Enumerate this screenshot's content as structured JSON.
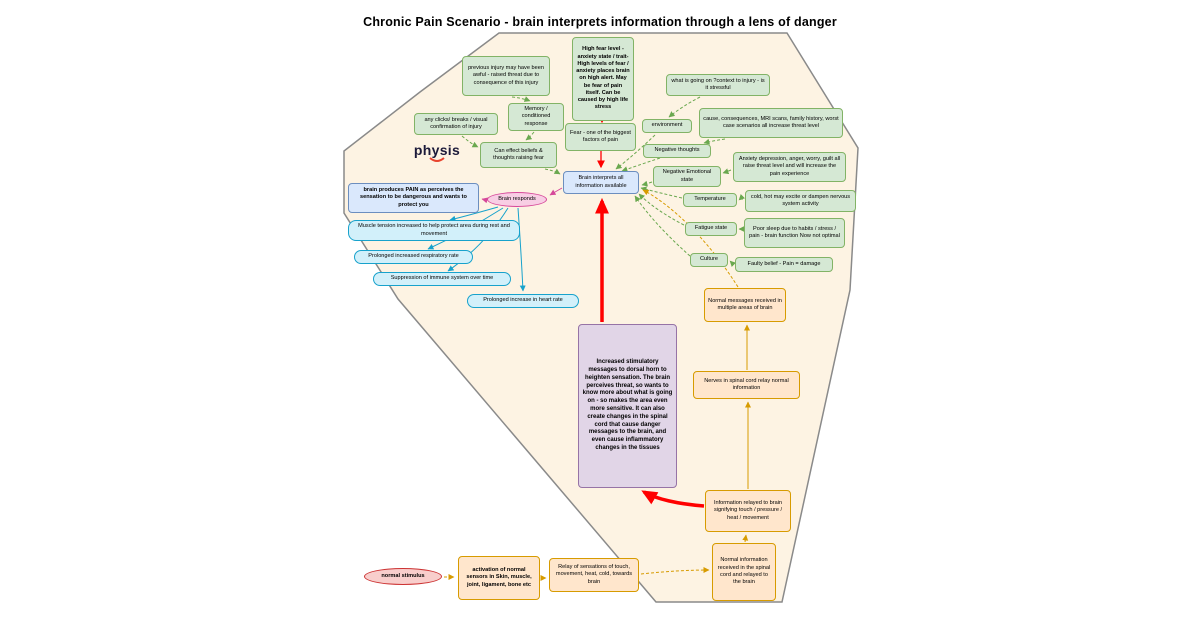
{
  "title": "Chronic Pain Scenario - brain interprets information through a lens of danger",
  "logo": {
    "brand": "physis"
  },
  "palette": {
    "green_fill": "#d5e8d4",
    "green_stroke": "#82b366",
    "blue_fill": "#dae8fc",
    "blue_stroke": "#6c8ebf",
    "cyan_fill": "#d2f0fa",
    "cyan_stroke": "#17a2cc",
    "orange_fill": "#ffe6cc",
    "orange_stroke": "#d79b00",
    "purple_fill": "#e1d5e7",
    "purple_stroke": "#9673a6",
    "pink_fill": "#f8cee4",
    "pink_stroke": "#d6489a",
    "red_arrow": "#ff0000",
    "funnel_fill": "#fdf3e3",
    "funnel_stroke": "#8a8a8a"
  },
  "nodes": {
    "previous_injury": "previous injury may have been awful - raised threat due to consequence of this injury",
    "high_fear": "High fear level - anxiety state / trait-  High levels of fear / anxiety places brain on high alert. May be fear of pain itself. Can be caused by high life stress",
    "what_going_on": "what is going on ?context to injury - is it stressful",
    "memory": "Memory / conditioned response",
    "clicks": "any clicks/ breaks / visual confirmation of injury",
    "environment": "environment",
    "cause_consequences": "cause, consequences, MRI scans, family history, worst case scenarios all increase threat level",
    "fear_biggest": "Fear - one of the biggest factors of pain",
    "beliefs": "Can effect beliefs & thoughts raising fear",
    "negative_thoughts": "Negative thoughts",
    "anxiety_depression": "Anxiety depression, anger, worry, guilt all raise threat level and will increase the pain experience",
    "brain_interprets": "Brain interprets all information available",
    "negative_emotional": "Negative Emotional state",
    "temperature": "Temperature",
    "cold_hot": "cold, hot may excite or dampen nervous system activity",
    "brain_responds": "Brain responds",
    "brain_produces_pain": "brain produces PAIN as perceives the sensation to be dangerous and wants to protect you",
    "fatigue": "Fatigue state",
    "poor_sleep": "Poor sleep due to habits / stress / pain - brain function Now not optimal",
    "muscle_tension": "Muscle tension increased to help protect area during rest and movement",
    "respiratory": "Prolonged increased respiratory rate",
    "culture": "Culture",
    "faulty_belief": "Faulty belief - Pain = damage",
    "immune": "Suppression of immune system over time",
    "heart_rate": "Prolonged increase in heart rate",
    "normal_messages": "Normal messages received in multiple areas of brain",
    "increased_stimulatory": "Increased stimulatory messages to dorsal horn to heighten sensation. The brain perceives threat, so wants to know more about what is going on - so makes the area even more sensitive. It can also create changes in the spinal cord that cause danger messages to the brain, and even cause inflammatory changes in the tissues",
    "nerves_spinal": "Nerves in spinal cord relay normal information",
    "info_relayed": "Information relayed to brain signifying touch / pressure / heat / movement",
    "normal_info_received": "Normal information received in the spinal cord and relayed to the brain",
    "normal_stimulus": "normal stimulus",
    "activation_sensors": "activation of normal sensors in Skin, muscle, joint, ligament, bone etc",
    "relay_sensations": "Relay of sensations of touch, movement, heat, cold,  towards brain"
  }
}
